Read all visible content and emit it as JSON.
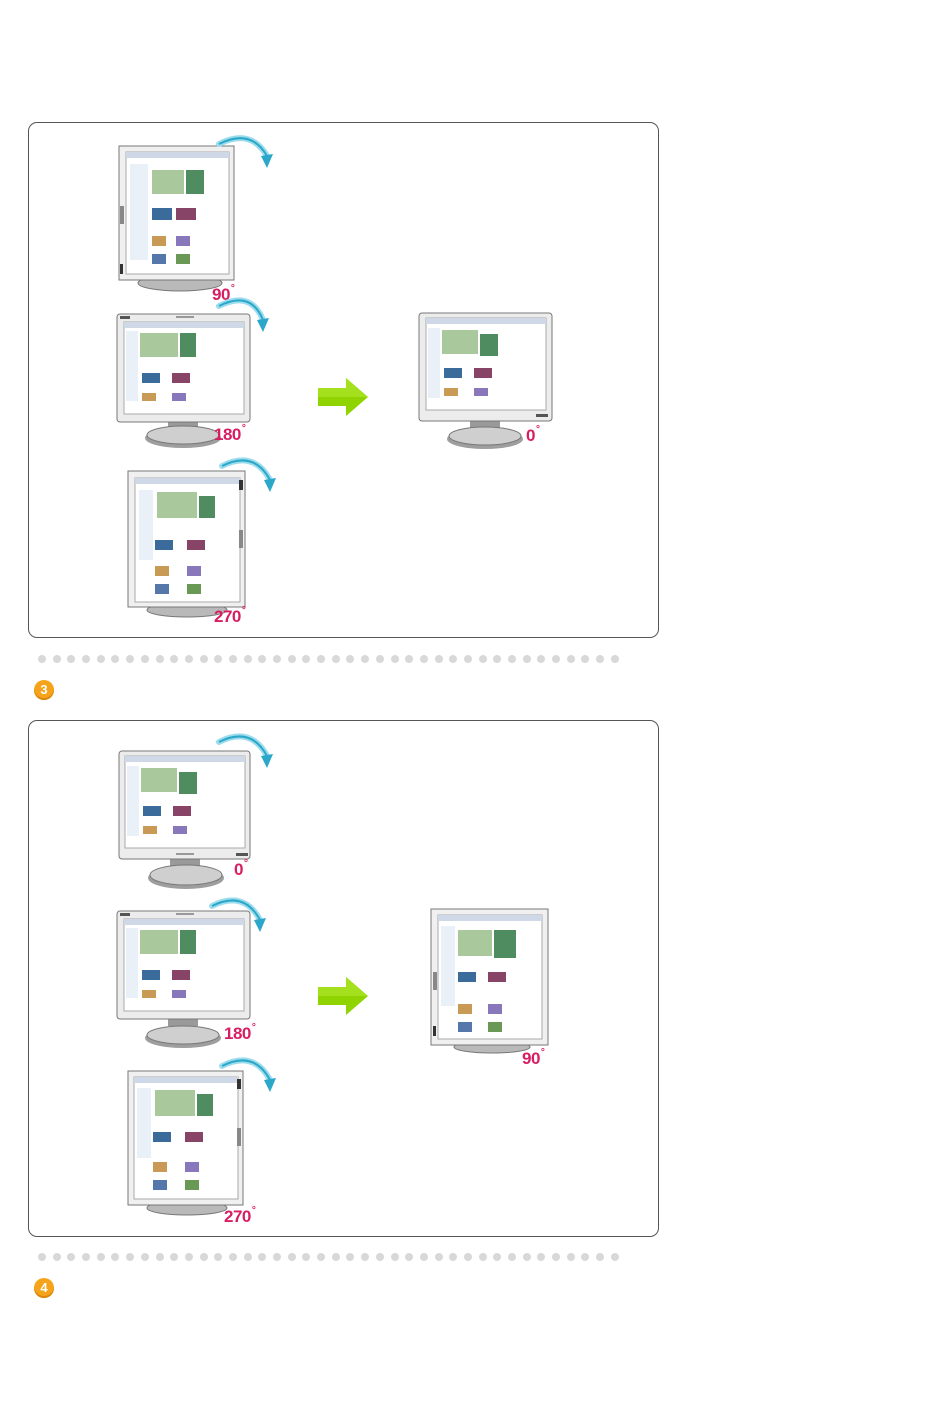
{
  "section_a": {
    "sources": [
      {
        "angle": "90",
        "orientation": "portrait"
      },
      {
        "angle": "180",
        "orientation": "landscape"
      },
      {
        "angle": "270",
        "orientation": "portrait"
      }
    ],
    "result": {
      "angle": "0",
      "orientation": "landscape"
    }
  },
  "step3": {
    "number": "3"
  },
  "section_b": {
    "sources": [
      {
        "angle": "0",
        "orientation": "landscape"
      },
      {
        "angle": "180",
        "orientation": "landscape"
      },
      {
        "angle": "270",
        "orientation": "portrait"
      }
    ],
    "result": {
      "angle": "90",
      "orientation": "portrait"
    }
  },
  "step4": {
    "number": "4"
  },
  "degree_symbol": "°",
  "colors": {
    "angle_label": "#d81e62",
    "rotate_arrow": "#2aa7c9",
    "forward_arrow": "#8fd400",
    "step_badge": "#f5a31a"
  },
  "icons": {
    "rotate": "curved-rotate-arrow-icon",
    "forward": "right-arrow-icon"
  }
}
